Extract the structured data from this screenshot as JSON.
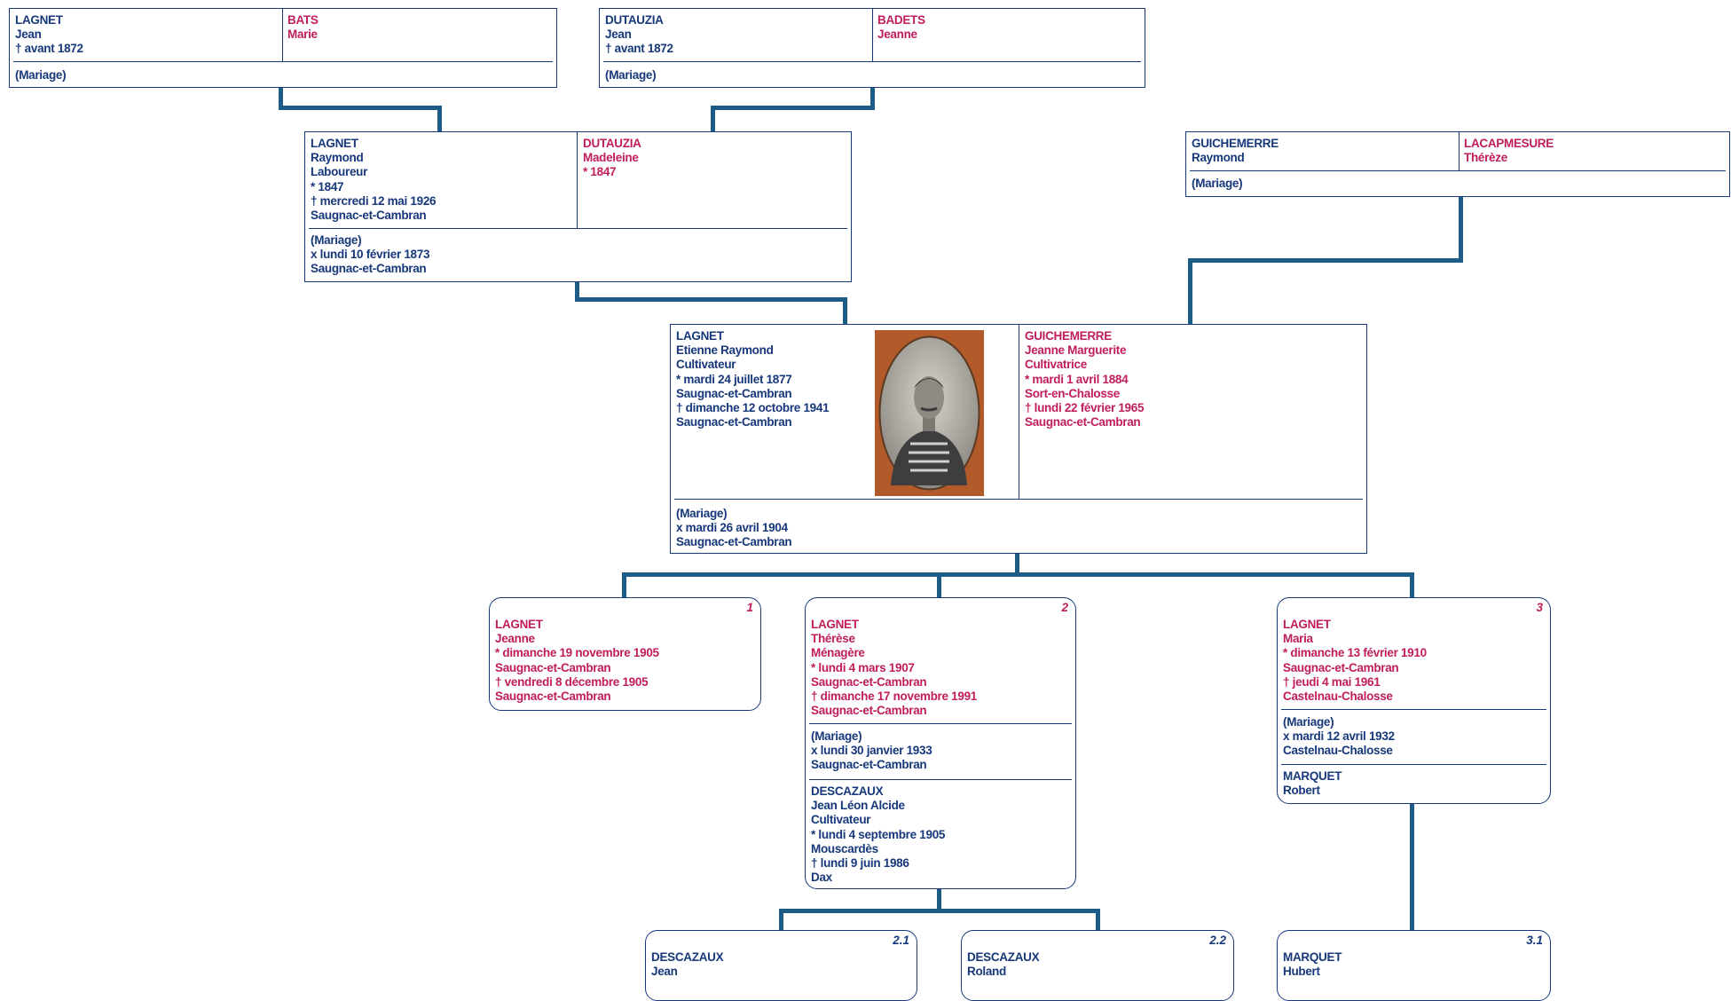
{
  "grandparents_paternal": {
    "male": {
      "surname": "LAGNET",
      "given": "Jean",
      "death": "† avant 1872"
    },
    "female": {
      "surname": "BATS",
      "given": "Marie"
    },
    "union": {
      "label": "(Mariage)"
    }
  },
  "grandparents_paternal_maternal": {
    "male": {
      "surname": "DUTAUZIA",
      "given": "Jean",
      "death": "† avant 1872"
    },
    "female": {
      "surname": "BADETS",
      "given": "Jeanne"
    },
    "union": {
      "label": "(Mariage)"
    }
  },
  "parents_paternal": {
    "male": {
      "surname": "LAGNET",
      "given": "Raymond",
      "occupation": "Laboureur",
      "birth": "* 1847",
      "death": "† mercredi 12 mai 1926",
      "death_place": "Saugnac-et-Cambran"
    },
    "female": {
      "surname": "DUTAUZIA",
      "given": "Madeleine",
      "birth": "* 1847"
    },
    "union": {
      "label": "(Mariage)",
      "date": "x lundi 10 février 1873",
      "place": "Saugnac-et-Cambran"
    }
  },
  "parents_maternal": {
    "male": {
      "surname": "GUICHEMERRE",
      "given": "Raymond"
    },
    "female": {
      "surname": "LACAPMESURE",
      "given": "Thérèze"
    },
    "union": {
      "label": "(Mariage)"
    }
  },
  "main_couple": {
    "male": {
      "surname": "LAGNET",
      "given": "Etienne Raymond",
      "occupation": "Cultivateur",
      "birth": "* mardi 24 juillet 1877",
      "birth_place": "Saugnac-et-Cambran",
      "death": "† dimanche 12 octobre 1941",
      "death_place": "Saugnac-et-Cambran"
    },
    "female": {
      "surname": "GUICHEMERRE",
      "given": "Jeanne Marguerite",
      "occupation": "Cultivatrice",
      "birth": "* mardi 1 avril 1884",
      "birth_place": "Sort-en-Chalosse",
      "death": "† lundi 22 février 1965",
      "death_place": "Saugnac-et-Cambran"
    },
    "union": {
      "label": "(Mariage)",
      "date": "x mardi 26 avril 1904",
      "place": "Saugnac-et-Cambran"
    }
  },
  "children": [
    {
      "number": "1",
      "surname": "LAGNET",
      "given": "Jeanne",
      "birth": "* dimanche 19 novembre 1905",
      "birth_place": "Saugnac-et-Cambran",
      "death": "† vendredi 8 décembre 1905",
      "death_place": "Saugnac-et-Cambran"
    },
    {
      "number": "2",
      "surname": "LAGNET",
      "given": "Thérèse",
      "occupation": "Ménagère",
      "birth": "* lundi 4 mars 1907",
      "birth_place": "Saugnac-et-Cambran",
      "death": "† dimanche 17 novembre 1991",
      "death_place": "Saugnac-et-Cambran",
      "union": {
        "label": "(Mariage)",
        "date": "x lundi 30 janvier 1933",
        "place": "Saugnac-et-Cambran"
      },
      "spouse": {
        "surname": "DESCAZAUX",
        "given": "Jean Léon Alcide",
        "occupation": "Cultivateur",
        "birth": "* lundi 4 septembre 1905",
        "birth_place": "Mouscardès",
        "death": "† lundi 9 juin 1986",
        "death_place": "Dax"
      }
    },
    {
      "number": "3",
      "surname": "LAGNET",
      "given": "Maria",
      "birth": "* dimanche 13 février 1910",
      "birth_place": "Saugnac-et-Cambran",
      "death": "† jeudi 4 mai 1961",
      "death_place": "Castelnau-Chalosse",
      "union": {
        "label": "(Mariage)",
        "date": "x mardi 12 avril 1932",
        "place": "Castelnau-Chalosse"
      },
      "spouse": {
        "surname": "MARQUET",
        "given": "Robert"
      }
    }
  ],
  "grandchildren": [
    {
      "number": "2.1",
      "surname": "DESCAZAUX",
      "given": "Jean"
    },
    {
      "number": "2.2",
      "surname": "DESCAZAUX",
      "given": "Roland"
    },
    {
      "number": "3.1",
      "surname": "MARQUET",
      "given": "Hubert"
    }
  ],
  "colors": {
    "male": "#17387a",
    "female": "#c01d5d",
    "connector": "#1d5c86",
    "border": "#17387a"
  }
}
